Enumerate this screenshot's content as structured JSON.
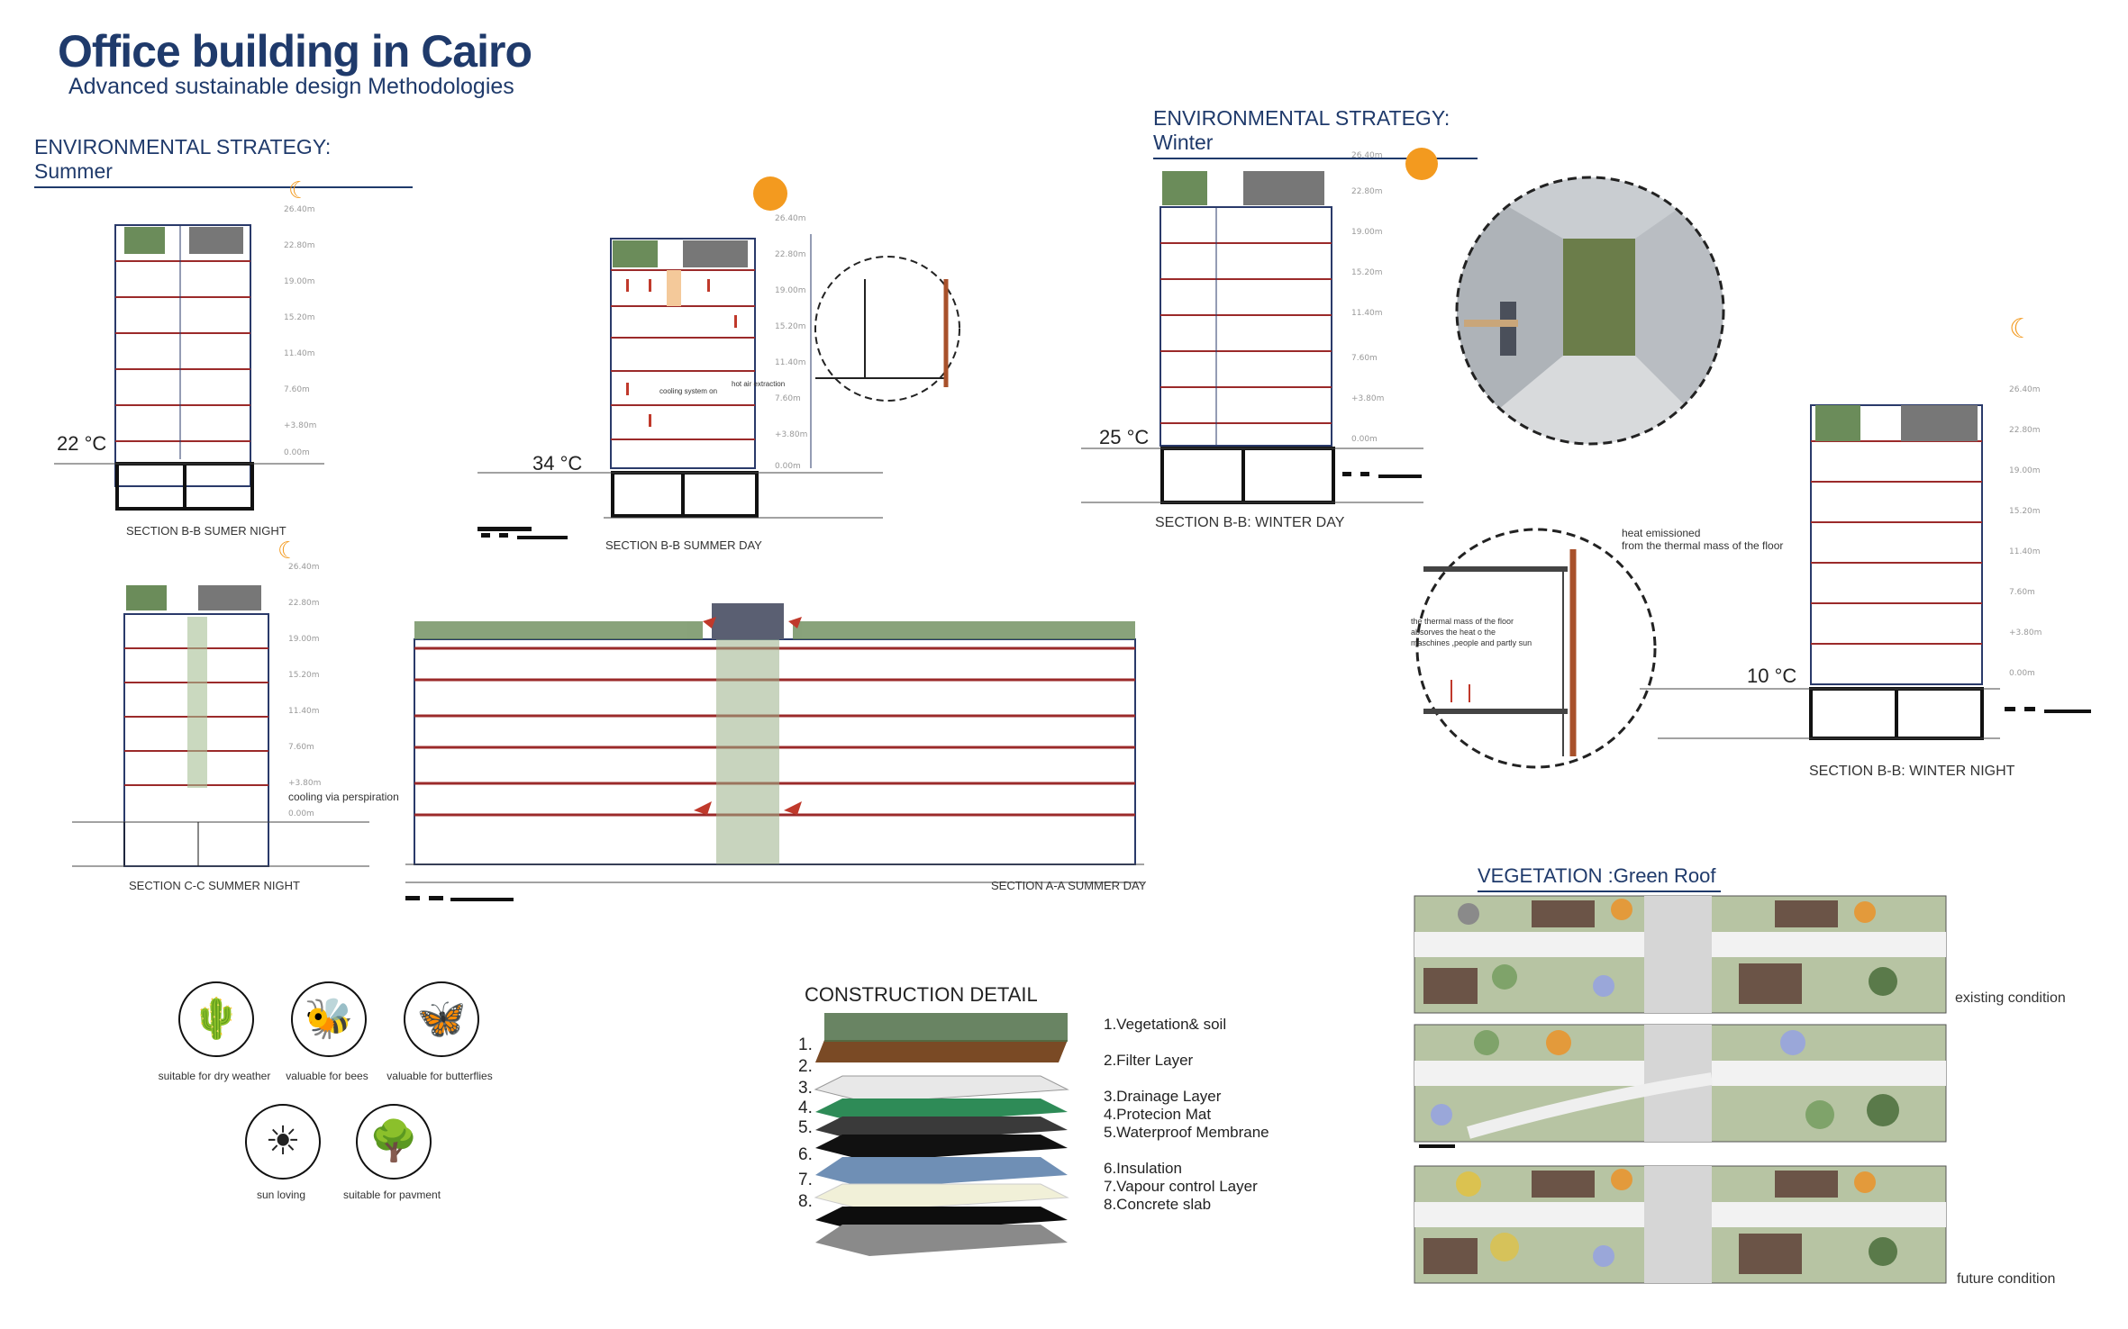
{
  "header": {
    "title": "Office building in Cairo",
    "subtitle": "Advanced sustainable design Methodologies"
  },
  "summer": {
    "heading": "ENVIRONMENTAL STRATEGY: Summer",
    "sec1": {
      "temp_value": "22",
      "temp_unit": "°C",
      "caption": "SECTION B-B SUMER NIGHT"
    },
    "sec2": {
      "temp_value": "34",
      "temp_unit": "°C",
      "caption": "SECTION B-B SUMMER DAY",
      "note_cooling": "cooling system on",
      "note_hot": "hot air extraction"
    },
    "sec3": {
      "caption": "SECTION C-C SUMMER NIGHT",
      "note": "cooling via perspiration"
    },
    "sec4": {
      "caption": "SECTION A-A SUMMER DAY"
    }
  },
  "winter": {
    "heading": "ENVIRONMENTAL STRATEGY: Winter",
    "day": {
      "temp_value": "25",
      "temp_unit": "°C",
      "caption": "SECTION B-B: WINTER DAY"
    },
    "night": {
      "temp_value": "10",
      "temp_unit": "°C",
      "caption": "SECTION B-B: WINTER NIGHT"
    },
    "heat_note": "heat emissioned\nfrom the thermal mass of the floor",
    "mass_note": "the thermal mass of the floor\nabsorves the heat o the\nmaschines ,people and partly sun"
  },
  "levels": [
    "26.40m",
    "22.80m",
    "19.00m",
    "15.20m",
    "11.40m",
    "7.60m",
    "+3.80m",
    "0.00m"
  ],
  "icons": [
    {
      "name": "cactus",
      "label": "suitable for dry weather",
      "glyph": "🌵"
    },
    {
      "name": "bee",
      "label": "valuable for bees",
      "glyph": "🐝"
    },
    {
      "name": "butterfly",
      "label": "valuable for butterflies",
      "glyph": "🦋"
    },
    {
      "name": "sun",
      "label": "sun loving",
      "glyph": "☀"
    },
    {
      "name": "tree",
      "label": "suitable for pavment",
      "glyph": "🌳"
    }
  ],
  "construction": {
    "heading": "CONSTRUCTION DETAIL",
    "numbers": [
      "1.",
      "2.",
      "3.",
      "4.",
      "5.",
      "6.",
      "7.",
      "8."
    ],
    "layers": [
      "1.Vegetation& soil",
      "2.Filter Layer",
      "3.Drainage Layer",
      "4.Protecion Mat",
      "5.Waterproof Membrane",
      "6.Insulation",
      "7.Vapour control Layer",
      "8.Concrete slab"
    ]
  },
  "vegetation": {
    "heading": "VEGETATION :Green Roof",
    "existing": "existing condition",
    "future": "future condition"
  },
  "colors": {
    "title": "#1f3a6b",
    "sun": "#f39a1f",
    "slab": "#9b2a2a",
    "arrow": "#c0392b"
  }
}
